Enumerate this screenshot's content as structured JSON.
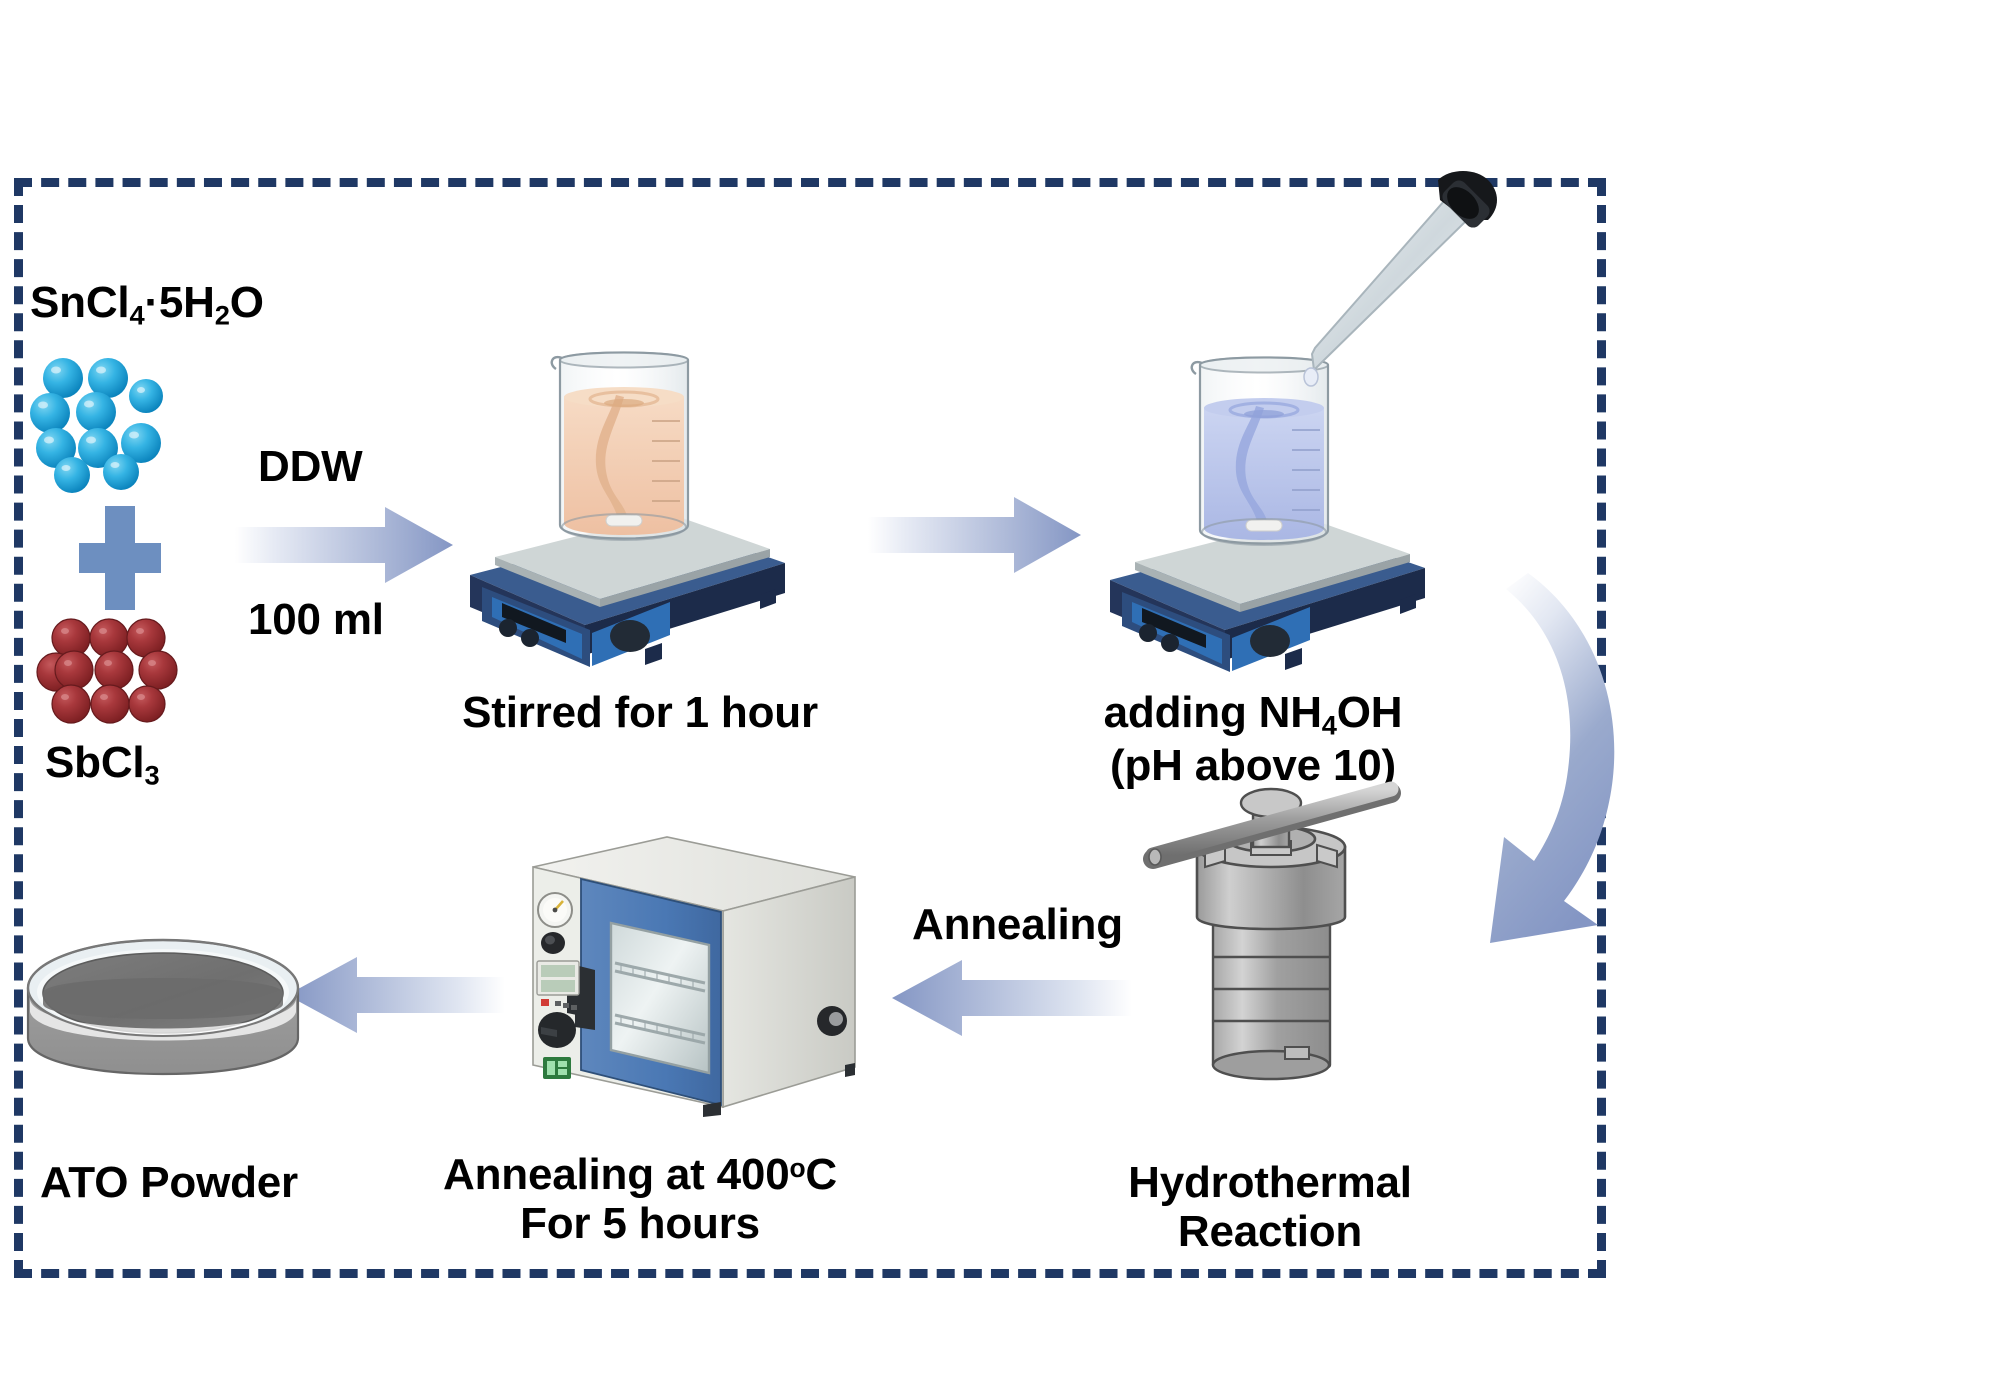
{
  "figure": {
    "type": "process-flow-diagram",
    "title_visible": false,
    "border_color": "#1f3864",
    "arrow_color": "#8496c4",
    "background": "#ffffff"
  },
  "reagents": {
    "top_label": "SnCl4·5H2O",
    "top_label_parts": {
      "pre": "SnCl",
      "sub1": "4",
      "mid": "·5H",
      "sub2": "2",
      "post": "O"
    },
    "plus_symbol": "+",
    "bottom_label_parts": {
      "pre": "SbCl",
      "sub1": "3"
    },
    "bottom_label": "SbCl3",
    "blue_sphere_color": "#2ca8dd",
    "blue_sphere_count": 10,
    "red_sphere_color": "#a62f33",
    "red_sphere_count": 10
  },
  "arrows": {
    "ddw_top_label": "DDW",
    "ddw_bottom_label": "100 ml",
    "annealing_label": "Annealing"
  },
  "steps": [
    {
      "id": "stir",
      "caption": "Stirred for 1 hour",
      "equipment": "magnetic-stirrer-hotplate",
      "liquid_color": "#f3cdb0"
    },
    {
      "id": "ph",
      "caption_line1": "adding NH4OH",
      "caption_line1_parts": {
        "pre": "adding NH",
        "sub": "4",
        "post": "OH"
      },
      "caption_line2": "(pH above 10)",
      "equipment": "magnetic-stirrer-hotplate-with-pipette",
      "liquid_color": "#b9c3ea"
    },
    {
      "id": "hydrothermal",
      "caption_line1": "Hydrothermal",
      "caption_line2": "Reaction",
      "equipment": "autoclave-reactor"
    },
    {
      "id": "anneal",
      "caption_line1_parts": {
        "pre": "Annealing at 400",
        "sup": "o",
        "post": "C"
      },
      "caption_line1": "Annealing at 400oC",
      "caption_line2": "For 5 hours",
      "equipment": "vacuum-drying-oven"
    },
    {
      "id": "product",
      "caption": "ATO Powder",
      "equipment": "petri-dish",
      "powder_color": "#767676"
    }
  ],
  "colors": {
    "frame": "#1f3864",
    "arrow": "#8496c4",
    "stirrer_body_dark": "#2c4a78",
    "stirrer_panel": "#2f6fb5",
    "oven_door": "#4a78b4",
    "oven_body": "#e6e6e3",
    "autoclave_metal": "#b4b4b4"
  }
}
